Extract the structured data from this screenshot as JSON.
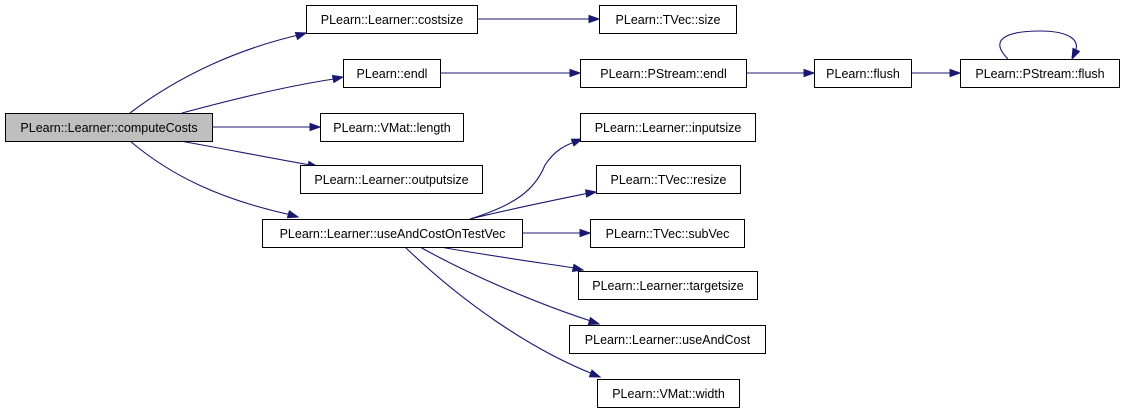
{
  "diagram": {
    "type": "call-graph",
    "root": "computeCosts",
    "colors": {
      "edge": "#191970",
      "root_fill": "#bfbfbf",
      "node_fill": "#ffffff",
      "node_border": "#000000"
    },
    "nodes": [
      {
        "id": "computeCosts",
        "label": "PLearn::Learner::computeCosts"
      },
      {
        "id": "costsize",
        "label": "PLearn::Learner::costsize"
      },
      {
        "id": "tvec_size",
        "label": "PLearn::TVec::size"
      },
      {
        "id": "endl",
        "label": "PLearn::endl"
      },
      {
        "id": "pstream_endl",
        "label": "PLearn::PStream::endl"
      },
      {
        "id": "flush",
        "label": "PLearn::flush"
      },
      {
        "id": "pstream_flush",
        "label": "PLearn::PStream::flush"
      },
      {
        "id": "vmat_length",
        "label": "PLearn::VMat::length"
      },
      {
        "id": "outputsize",
        "label": "PLearn::Learner::outputsize"
      },
      {
        "id": "useAndCostOnTestVec",
        "label": "PLearn::Learner::useAndCostOnTestVec"
      },
      {
        "id": "inputsize",
        "label": "PLearn::Learner::inputsize"
      },
      {
        "id": "tvec_resize",
        "label": "PLearn::TVec::resize"
      },
      {
        "id": "tvec_subVec",
        "label": "PLearn::TVec::subVec"
      },
      {
        "id": "targetsize",
        "label": "PLearn::Learner::targetsize"
      },
      {
        "id": "useAndCost",
        "label": "PLearn::Learner::useAndCost"
      },
      {
        "id": "vmat_width",
        "label": "PLearn::VMat::width"
      }
    ],
    "edges": [
      {
        "from": "computeCosts",
        "to": "costsize"
      },
      {
        "from": "costsize",
        "to": "tvec_size"
      },
      {
        "from": "computeCosts",
        "to": "endl"
      },
      {
        "from": "endl",
        "to": "pstream_endl"
      },
      {
        "from": "pstream_endl",
        "to": "flush"
      },
      {
        "from": "flush",
        "to": "pstream_flush"
      },
      {
        "from": "pstream_flush",
        "to": "pstream_flush"
      },
      {
        "from": "computeCosts",
        "to": "vmat_length"
      },
      {
        "from": "computeCosts",
        "to": "outputsize"
      },
      {
        "from": "computeCosts",
        "to": "useAndCostOnTestVec"
      },
      {
        "from": "useAndCostOnTestVec",
        "to": "inputsize"
      },
      {
        "from": "useAndCostOnTestVec",
        "to": "tvec_resize"
      },
      {
        "from": "useAndCostOnTestVec",
        "to": "tvec_subVec"
      },
      {
        "from": "useAndCostOnTestVec",
        "to": "targetsize"
      },
      {
        "from": "useAndCostOnTestVec",
        "to": "useAndCost"
      },
      {
        "from": "useAndCostOnTestVec",
        "to": "vmat_width"
      }
    ]
  }
}
